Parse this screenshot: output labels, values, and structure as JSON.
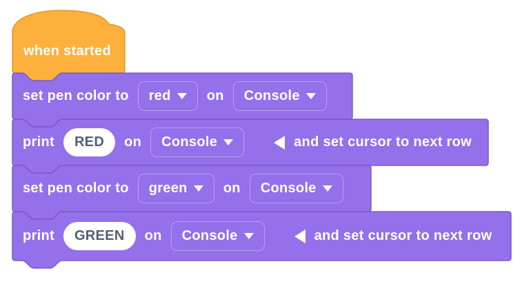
{
  "palette": {
    "canvas_bg": "#FFFFFF",
    "block_purple": "#9470EA",
    "block_purple_border": "#7A5AC9",
    "dropdown_border": "#B6A0F2",
    "hat_orange": "#FDB03C",
    "hat_orange_border": "#DD9A2E",
    "label_text": "#FFFFFF",
    "input_text": "#575E75",
    "input_bg": "#FFFFFF"
  },
  "blocks": {
    "hat": {
      "label": "when started"
    },
    "set_pen_red": {
      "label_prefix": "set pen color to",
      "color": "red",
      "label_on": "on",
      "device": "Console"
    },
    "print_red": {
      "label_prefix": "print",
      "value": "RED",
      "label_on": "on",
      "device": "Console",
      "label_suffix": "and set cursor to next row"
    },
    "set_pen_green": {
      "label_prefix": "set pen color to",
      "color": "green",
      "label_on": "on",
      "device": "Console"
    },
    "print_green": {
      "label_prefix": "print",
      "value": "GREEN",
      "label_on": "on",
      "device": "Console",
      "label_suffix": "and set cursor to next row"
    }
  }
}
